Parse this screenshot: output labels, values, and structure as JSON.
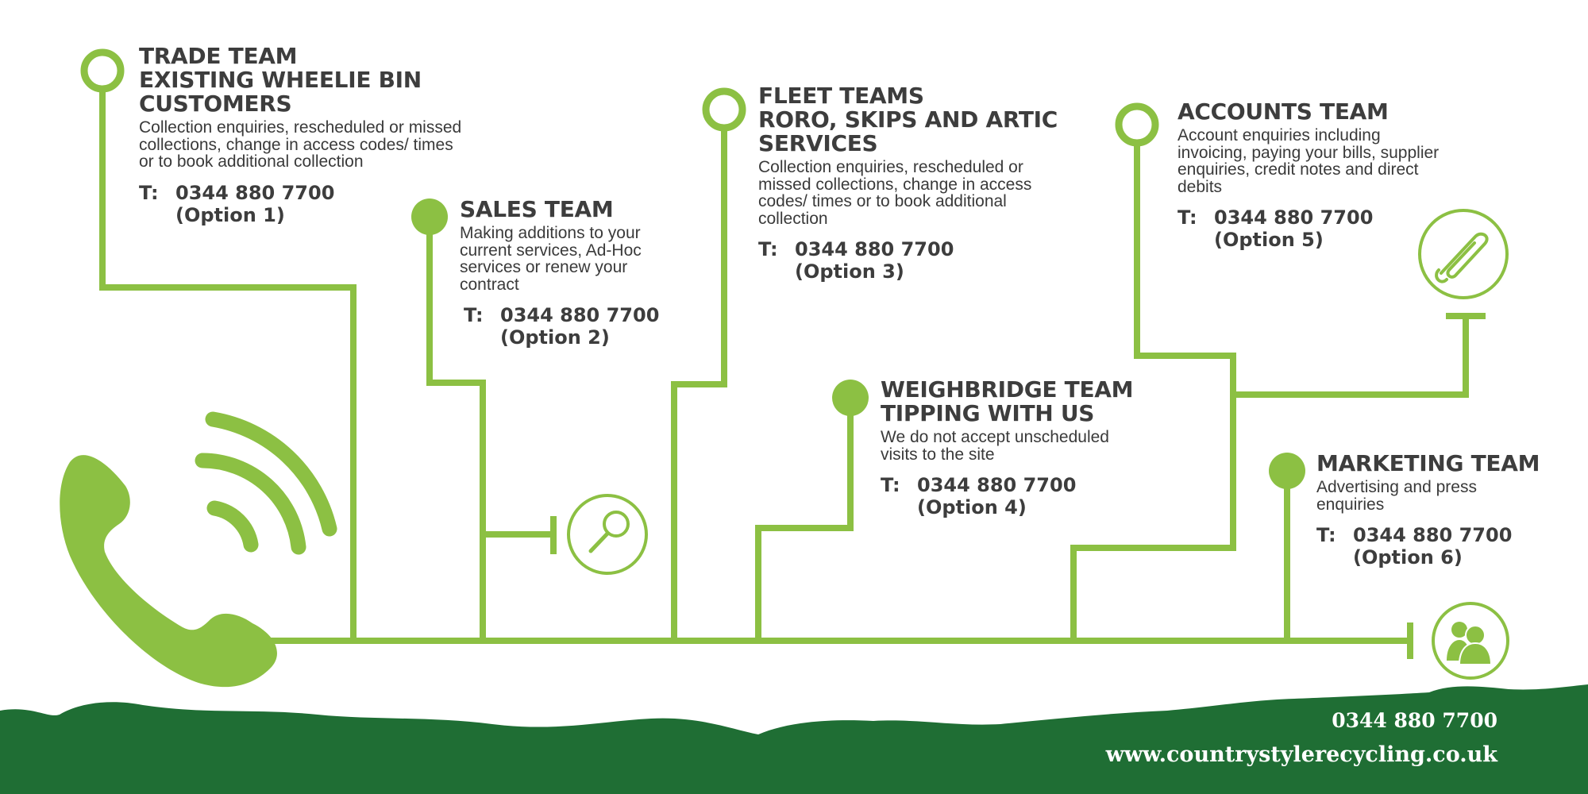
{
  "colors": {
    "accent": "#8cc043",
    "dark_green": "#1f6e34",
    "text": "#3d3d3d",
    "white": "#ffffff"
  },
  "teams": [
    {
      "title_lines": [
        "TRADE TEAM",
        "EXISTING WHEELIE BIN",
        "CUSTOMERS"
      ],
      "desc_lines": [
        "Collection enquiries, rescheduled or missed",
        "collections, change in access codes/ times",
        "or to book additional collection"
      ],
      "tel_label": "T:",
      "tel_number": "0344 880 7700",
      "tel_option": "(Option 1)"
    },
    {
      "title_lines": [
        "SALES TEAM"
      ],
      "desc_lines": [
        "Making additions to your",
        "current services, Ad-Hoc",
        "services or renew your",
        "contract"
      ],
      "tel_label": "T:",
      "tel_number": "0344 880 7700",
      "tel_option": "(Option 2)"
    },
    {
      "title_lines": [
        "FLEET TEAMS",
        "RORO, SKIPS AND ARTIC",
        "SERVICES"
      ],
      "desc_lines": [
        "Collection enquiries, rescheduled or",
        "missed collections, change in access",
        "codes/ times or to book additional",
        "collection"
      ],
      "tel_label": "T:",
      "tel_number": "0344 880 7700",
      "tel_option": "(Option 3)"
    },
    {
      "title_lines": [
        "WEIGHBRIDGE TEAM",
        "TIPPING WITH US"
      ],
      "desc_lines": [
        "We do not accept unscheduled",
        "visits to the site"
      ],
      "tel_label": "T:",
      "tel_number": "0344 880 7700",
      "tel_option": "(Option 4)"
    },
    {
      "title_lines": [
        "ACCOUNTS TEAM"
      ],
      "desc_lines": [
        "Account enquiries including",
        "invoicing, paying your bills, supplier",
        "enquiries, credit notes and direct",
        "debits"
      ],
      "tel_label": "T:",
      "tel_number": "0344 880 7700",
      "tel_option": "(Option 5)"
    },
    {
      "title_lines": [
        "MARKETING TEAM"
      ],
      "desc_lines": [
        "Advertising and press",
        "enquiries"
      ],
      "tel_label": "T:",
      "tel_number": "0344 880 7700",
      "tel_option": "(Option 6)"
    }
  ],
  "icons": [
    "phone-handset-icon",
    "signal-waves-icon",
    "magnifier-icon",
    "paperclip-icon",
    "people-icon"
  ],
  "footer": {
    "phone": "0344 880 7700",
    "website": "www.countrystylerecycling.co.uk"
  }
}
